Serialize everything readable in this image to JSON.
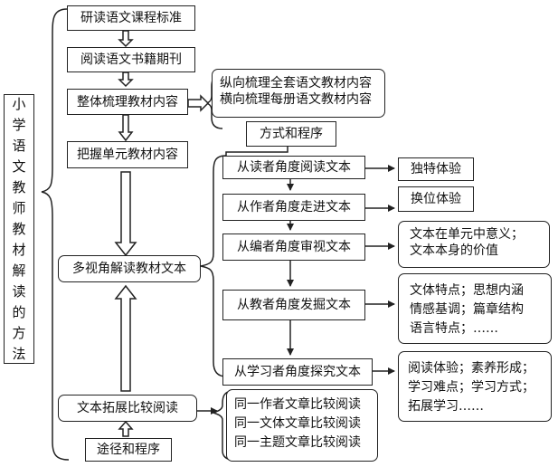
{
  "root": {
    "label": "小学语文教师教材解读的方法"
  },
  "main_steps": [
    {
      "label": "研读语文课程标准"
    },
    {
      "label": "阅读语文书籍期刊"
    },
    {
      "label": "整体梳理教材内容"
    },
    {
      "label": "把握单元教材内容"
    },
    {
      "label": "多视角解读教材文本"
    },
    {
      "label": "文本拓展比较阅读"
    }
  ],
  "overall_sorting": {
    "lines": [
      "纵向梳理全套语文教材内容",
      "横向梳理每册语文教材内容"
    ]
  },
  "method_header": {
    "label": "方式和程序"
  },
  "perspectives": [
    {
      "label": "从读者角度阅读文本",
      "detail": [
        "独特体验"
      ]
    },
    {
      "label": "从作者角度走进文本",
      "detail": [
        "换位体验"
      ]
    },
    {
      "label": "从编者角度审视文本",
      "detail": [
        "文本在单元中意义；",
        "文本本身的价值"
      ]
    },
    {
      "label": "从教者角度发掘文本",
      "detail": [
        "文体特点；思想内涵",
        "情感基调；篇章结构",
        "语言特点；……"
      ]
    },
    {
      "label": "从学习者角度探究文本",
      "detail": [
        "阅读体验；素养形成；",
        "学习难点；学习方式；",
        "拓展学习……"
      ]
    }
  ],
  "comparison": {
    "lines": [
      "同一作者文章比较阅读",
      "同一文体文章比较阅读",
      "同一主题文章比较阅读"
    ]
  },
  "path_label": {
    "label": "途径和程序"
  }
}
